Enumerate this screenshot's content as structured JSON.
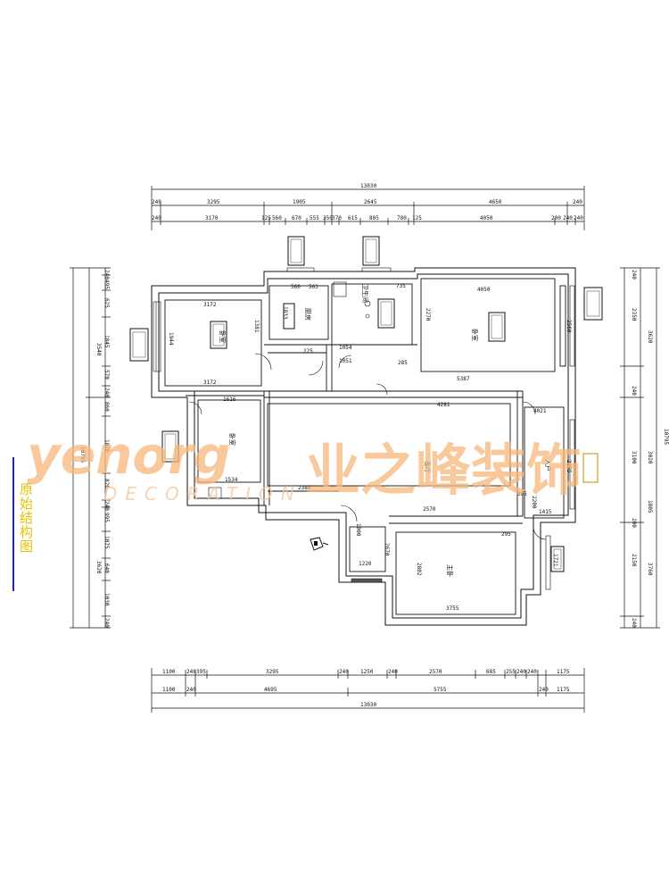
{
  "drawing_title": "原始结构图",
  "watermark": {
    "latin": "yenorg",
    "chinese": "业之峰装饰",
    "sub": "DECORATION"
  },
  "overall": {
    "top": "13030",
    "bottom": "13030",
    "left": "10795",
    "right": "10795"
  },
  "top_row1": [
    "240",
    "3295",
    "1905",
    "2645",
    "4650",
    "240"
  ],
  "top_row2": [
    "240",
    "3170",
    "125",
    "560",
    "670",
    "555",
    "350",
    "370",
    "615",
    "805",
    "780",
    "125",
    "4050",
    "200",
    "240",
    "240"
  ],
  "bottom_row1": [
    "1100",
    "240",
    "395",
    "3295",
    "240",
    "1250",
    "240",
    "2570",
    "685",
    "255",
    "240",
    "240",
    "1175"
  ],
  "bottom_row2": [
    "1100",
    "240",
    "4695",
    "5755",
    "240",
    "1175"
  ],
  "left_col": [
    "240",
    "495",
    "625",
    "1845",
    "570",
    "240",
    "860",
    "1820",
    "820",
    "240",
    "995",
    "1075",
    "640",
    "1030",
    "240"
  ],
  "left_totals": [
    "3540",
    "3620"
  ],
  "right_col": [
    "240",
    "2350",
    "3100",
    "240",
    "2150",
    "3020",
    "1805",
    "200",
    "240"
  ],
  "right_totals": [
    "3620",
    "3760"
  ],
  "interior_dims": [
    "3172",
    "1944",
    "3172",
    "1381",
    "1616",
    "1534",
    "2388",
    "4281",
    "5387",
    "4050",
    "2270",
    "2560",
    "2570",
    "3755",
    "2255",
    "1721",
    "1415",
    "2200",
    "1000",
    "1220",
    "2670",
    "2802",
    "4021",
    "305",
    "295",
    "560",
    "563",
    "735",
    "1833",
    "1054",
    "1051",
    "225",
    "285"
  ],
  "room_labels": [
    "卧室",
    "厨房",
    "卫生间",
    "卧室",
    "客厅",
    "卧室",
    "主卧",
    "入户"
  ]
}
